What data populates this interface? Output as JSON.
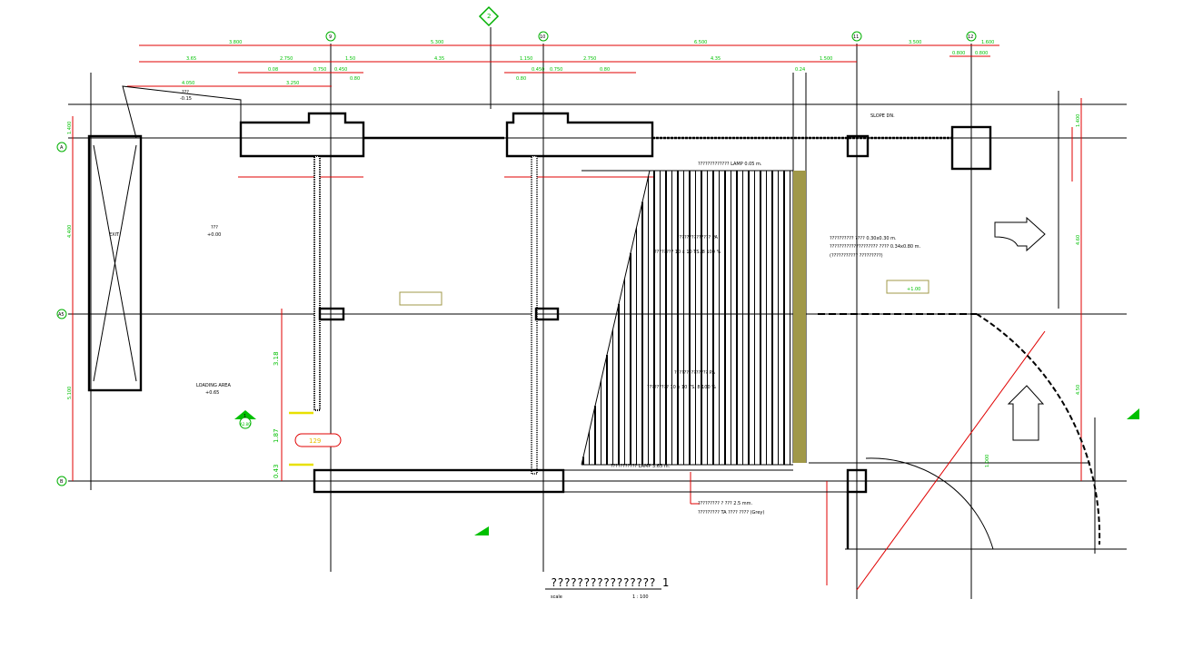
{
  "grid_bubbles_top": [
    "9",
    "10",
    "11",
    "12"
  ],
  "grid_bubbles_left": [
    "A",
    "A5",
    "B"
  ],
  "section_marker": "2",
  "dims_row1": [
    "3.800",
    "5.300",
    "6.500",
    "3.500",
    "1.600"
  ],
  "dims_row2": [
    "3.65",
    "2.750",
    "1.50",
    "4.35",
    "1.150",
    "2.750",
    "4.35",
    "1.500"
  ],
  "dims_row3": [
    "0.08",
    "0.750",
    "0.450",
    "0.80",
    "0.80",
    "0.450",
    "0.750",
    "0.80",
    "0.24",
    "0.800",
    "0.800"
  ],
  "dims_row4": [
    "4.050",
    "3.250"
  ],
  "dims_left": [
    "1.400",
    "4.400",
    "5.100"
  ],
  "dims_loading": [
    "3.18",
    "1.87",
    "0.43"
  ],
  "dims_right": [
    "1.400",
    "4.60",
    "4.50",
    "1.000"
  ],
  "labels": {
    "level_top": "-0.15",
    "level_top_name": "???",
    "exit_label": "EXIT",
    "room_name": "???",
    "room_level": "+0.00",
    "loading_area": "LOADING AREA",
    "loading_level": "+0.65",
    "slope": "SLOPE DN.",
    "lamp_top": "????????????? LAMP 0.05 m.",
    "lamp_bottom": "??????????? LAMP 3.65 m.",
    "ramp_upper_1": "?????????????? PA",
    "ramp_upper_2": "???????? 10 x 10 TS. 8 100 %",
    "ramp_lower_1": "?????????????? PA",
    "ramp_lower_2": "????????? 10 x 10 TS. 8 100 %",
    "note_right_1": "?????????? ???? 0.30x0.30 m.",
    "note_right_2": "???????????????????? ???? 0.34x0.80 m.",
    "note_right_3": "(??????????? ?????????)",
    "note_bottom_1": "????????? ? ??? 2.5 mm.",
    "note_bottom_2": "????????? TA ???? ???? (Grey)",
    "door_tag": "129",
    "section_1": "1",
    "section_1_sub": "A2.80",
    "level_box": "+1.00"
  },
  "title_block": {
    "title": "???????????????? 1",
    "scale_label": "scale",
    "scale_value": "1 : 100"
  },
  "colors": {
    "dimension": "#e00000",
    "text_dim": "#00c000",
    "wall": "#000000",
    "ramp_edge": "#a09848",
    "door": "#e8e000"
  }
}
